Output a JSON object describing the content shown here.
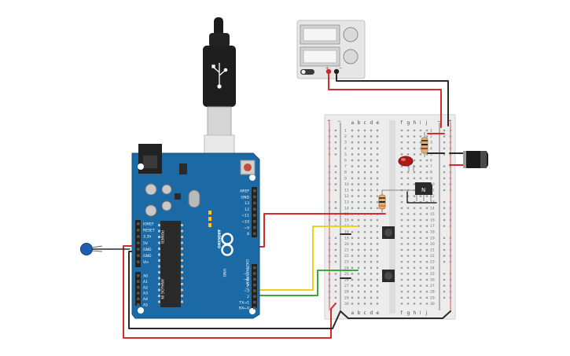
{
  "arduino": {
    "brand": "ARDUINO",
    "model": "UNO",
    "digital_header_label": "DIGITAL (PWM~)",
    "power_header_label": "POWER",
    "analog_header_label": "ANALOG IN",
    "power_pins": [
      "IOREF",
      "RESET",
      "3.3V",
      "5V",
      "GND",
      "GND",
      "Vin"
    ],
    "analog_pins": [
      "A0",
      "A1",
      "A2",
      "A3",
      "A4",
      "A5"
    ],
    "digital_pins": [
      "AREF",
      "GND",
      "13",
      "12",
      "~11",
      "~10",
      "~9",
      "8",
      "7",
      "~6",
      "~5",
      "4",
      "~3",
      "2",
      "TX→1",
      "RX←0"
    ]
  },
  "breadboard": {
    "column_letters": [
      "a",
      "b",
      "c",
      "d",
      "e",
      "f",
      "g",
      "h",
      "i",
      "j"
    ],
    "row_count": 30,
    "rail_plus": "+",
    "rail_minus": "−"
  },
  "power_supply": {
    "minus_terminal": "−",
    "plus_terminal": "+"
  },
  "colors": {
    "board": "#1c6aa5",
    "board_dark": "#15507e",
    "wire_red": "#d62b2b",
    "wire_black": "#2a2a2a",
    "wire_yellow": "#e8d21c",
    "wire_green": "#3aa83a",
    "breadboard": "#ececec"
  }
}
